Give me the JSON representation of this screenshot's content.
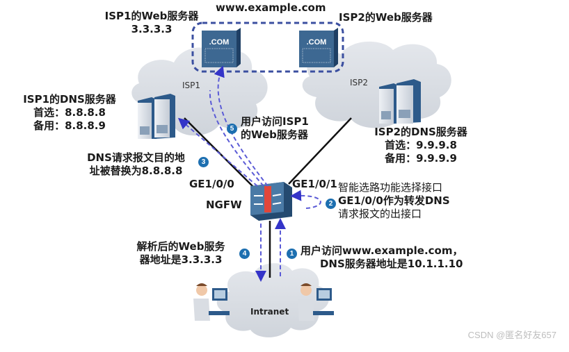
{
  "title_fragment": "网络",
  "domain_label": "www.example.com",
  "isp1_web": {
    "title": "ISP1的Web服务器",
    "ip": "3.3.3.3",
    "badge_text": ".COM"
  },
  "isp2_web": {
    "title": "ISP2的Web服务器",
    "badge_text": ".COM"
  },
  "isp1_cloud": "ISP1",
  "isp2_cloud": "ISP2",
  "isp1_dns": {
    "title": "ISP1的DNS服务器",
    "primary": "首选：8.8.8.8",
    "backup": "备用：8.8.8.9"
  },
  "isp2_dns": {
    "title": "ISP2的DNS服务器",
    "primary": "首选：9.9.9.8",
    "backup": "备用：9.9.9.9"
  },
  "firewall": {
    "name": "NGFW",
    "port_left": "GE1/0/0",
    "port_right": "GE1/0/1"
  },
  "intranet": "Intranet",
  "steps": [
    {
      "num": "1",
      "line1": "用户访问www.example.com，",
      "line2": "DNS服务器地址是10.1.1.10"
    },
    {
      "num": "2",
      "line1": "智能选路功能选择接口",
      "line2": "GE1/0/0作为转发DNS",
      "line3": "请求报文的出接口"
    },
    {
      "num": "3",
      "line1": "DNS请求报文目的地",
      "line2": "址被替换为8.8.8.8"
    },
    {
      "num": "4",
      "line1": "解析后的Web服务",
      "line2": "器地址是3.3.3.3"
    },
    {
      "num": "5",
      "line1": "用户访问ISP1",
      "line2": "的Web服务器"
    }
  ],
  "colors": {
    "cloud": "#d9dde3",
    "server_dark": "#2d5a8a",
    "flow_dashed": "#5b5bd6",
    "badge": "#1d6fb0",
    "firewall_body": "#3f6c96",
    "firewall_core": "#e2463a"
  },
  "watermark": "CSDN @匿名好友657"
}
